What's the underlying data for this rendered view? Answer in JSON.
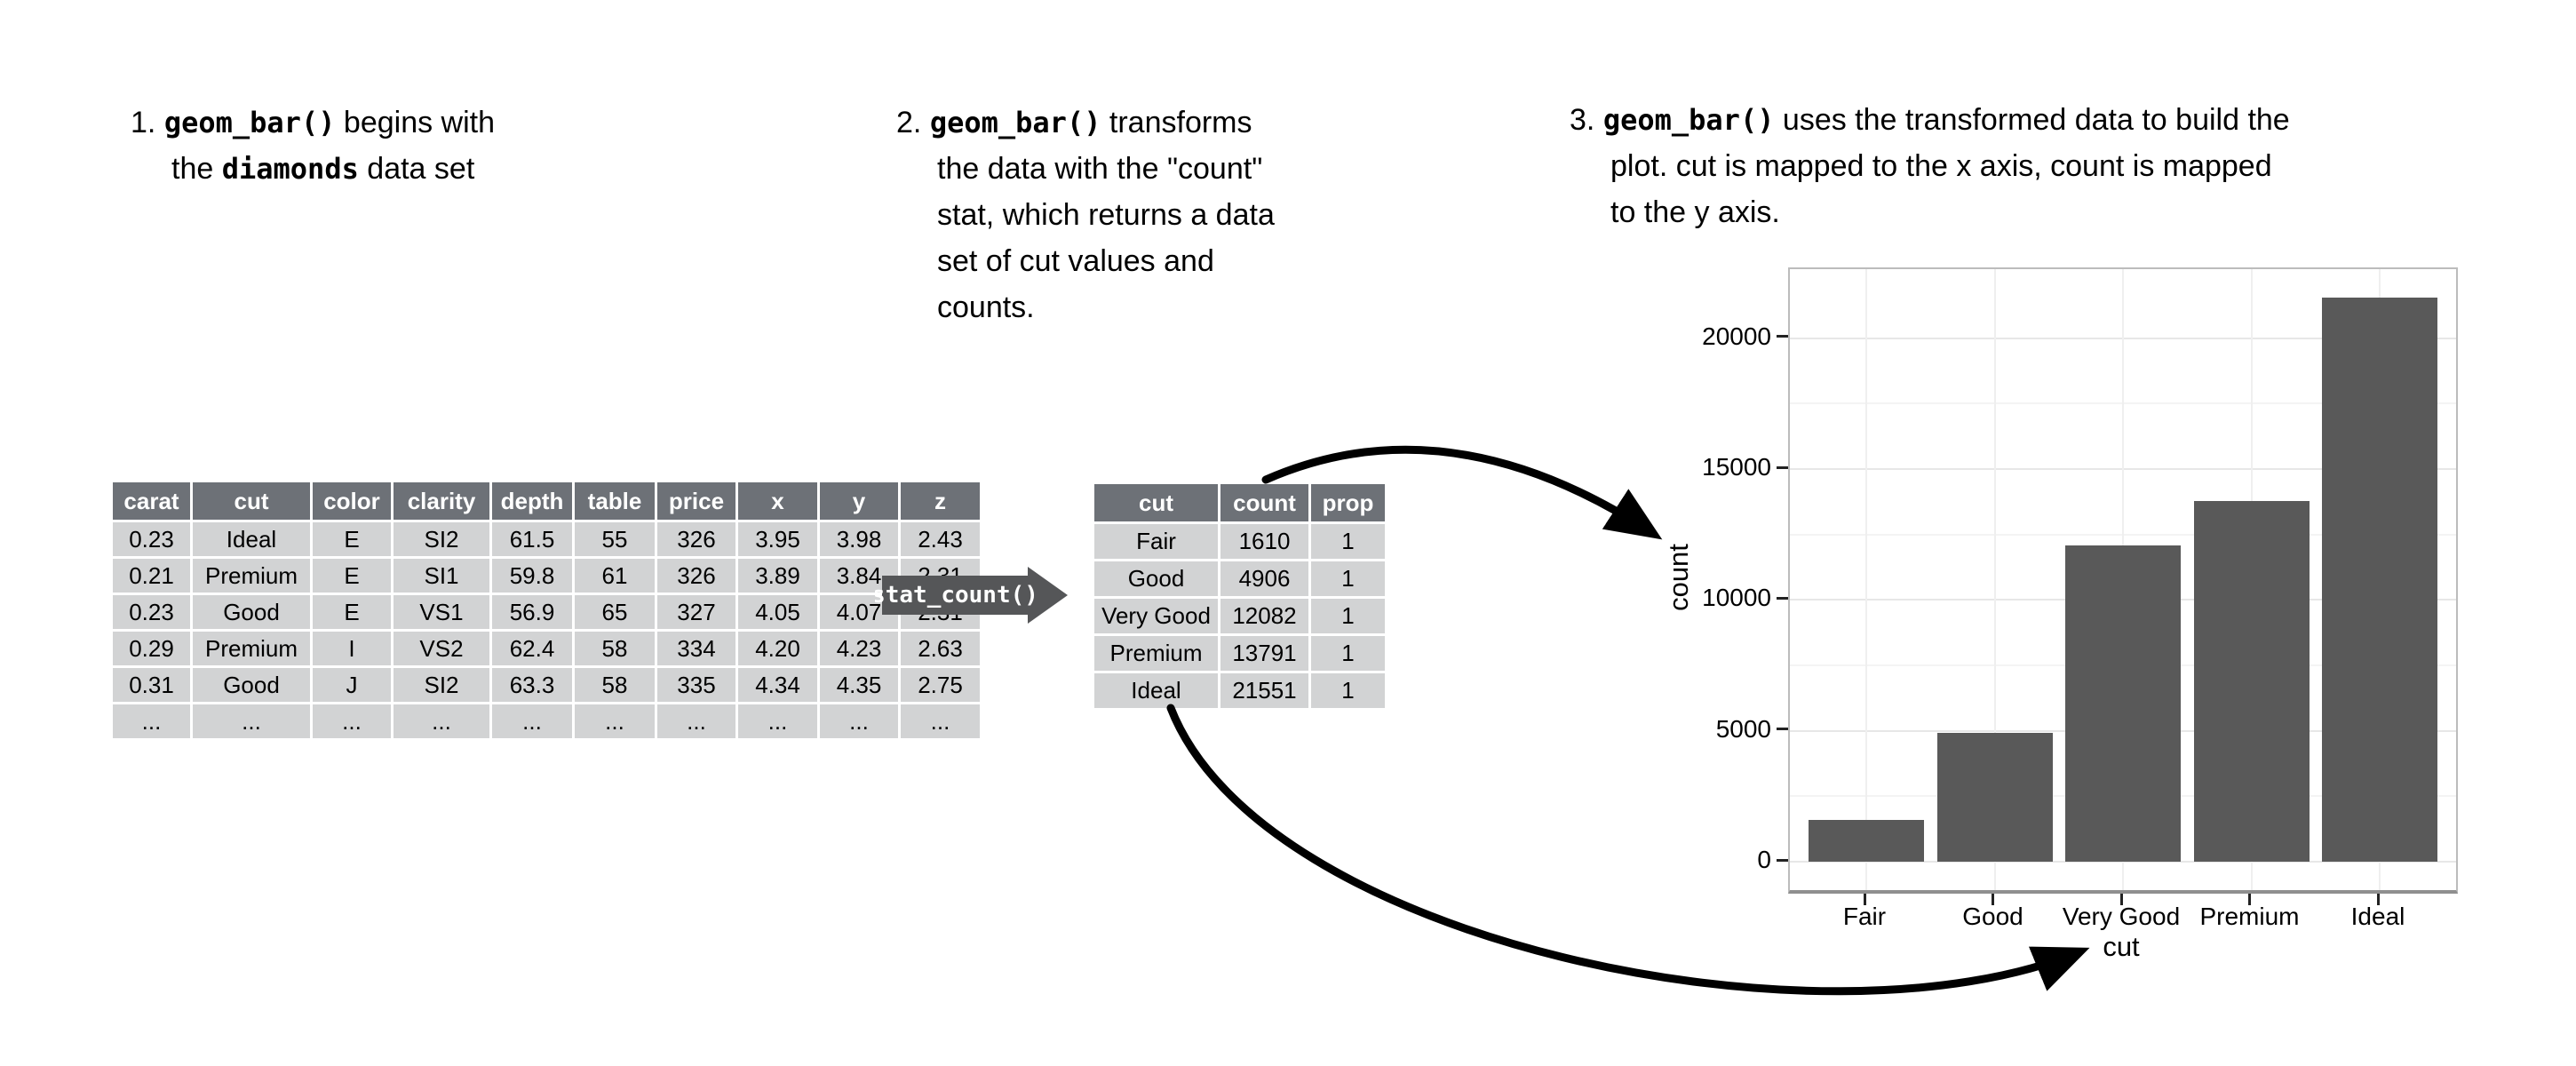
{
  "annotations": {
    "note1": {
      "lines": [
        [
          {
            "t": "1. "
          },
          {
            "t": "geom_bar()",
            "s": "code"
          },
          {
            "t": " begins with"
          }
        ],
        [
          {
            "t": "the "
          },
          {
            "t": "diamonds",
            "s": "code"
          },
          {
            "t": " data set"
          }
        ]
      ]
    },
    "note2": {
      "lines": [
        [
          {
            "t": "2. "
          },
          {
            "t": "geom_bar()",
            "s": "code"
          },
          {
            "t": " transforms"
          }
        ],
        [
          {
            "t": "the data with the \"count\""
          }
        ],
        [
          {
            "t": "stat, which returns a data"
          }
        ],
        [
          {
            "t": "set of cut values and"
          }
        ],
        [
          {
            "t": "counts."
          }
        ]
      ]
    },
    "note3": {
      "lines": [
        [
          {
            "t": "3. "
          },
          {
            "t": "geom_bar()",
            "s": "code"
          },
          {
            "t": " uses the transformed data to build the"
          }
        ],
        [
          {
            "t": "plot. cut is mapped to the x axis, count is mapped"
          }
        ],
        [
          {
            "t": "to the y axis."
          }
        ]
      ]
    }
  },
  "diamonds_table": {
    "headers": [
      "carat",
      "cut",
      "color",
      "clarity",
      "depth",
      "table",
      "price",
      "x",
      "y",
      "z"
    ],
    "rows": [
      [
        "0.23",
        "Ideal",
        "E",
        "SI2",
        "61.5",
        "55",
        "326",
        "3.95",
        "3.98",
        "2.43"
      ],
      [
        "0.21",
        "Premium",
        "E",
        "SI1",
        "59.8",
        "61",
        "326",
        "3.89",
        "3.84",
        "2.31"
      ],
      [
        "0.23",
        "Good",
        "E",
        "VS1",
        "56.9",
        "65",
        "327",
        "4.05",
        "4.07",
        "2.31"
      ],
      [
        "0.29",
        "Premium",
        "I",
        "VS2",
        "62.4",
        "58",
        "334",
        "4.20",
        "4.23",
        "2.63"
      ],
      [
        "0.31",
        "Good",
        "J",
        "SI2",
        "63.3",
        "58",
        "335",
        "4.34",
        "4.35",
        "2.75"
      ],
      [
        "...",
        "...",
        "...",
        "...",
        "...",
        "...",
        "...",
        "...",
        "...",
        "..."
      ]
    ]
  },
  "transform_arrow": {
    "label": "stat_count()"
  },
  "counts_table": {
    "headers": [
      "cut",
      "count",
      "prop"
    ],
    "rows": [
      [
        "Fair",
        "1610",
        "1"
      ],
      [
        "Good",
        "4906",
        "1"
      ],
      [
        "Very Good",
        "12082",
        "1"
      ],
      [
        "Premium",
        "13791",
        "1"
      ],
      [
        "Ideal",
        "21551",
        "1"
      ]
    ]
  },
  "chart_data": {
    "type": "bar",
    "categories": [
      "Fair",
      "Good",
      "Very Good",
      "Premium",
      "Ideal"
    ],
    "values": [
      1610,
      4906,
      12082,
      13791,
      21551
    ],
    "title": "",
    "xlabel": "cut",
    "ylabel": "count",
    "yticks": [
      0,
      5000,
      10000,
      15000,
      20000
    ],
    "yticks_minor": [
      2500,
      7500,
      12500,
      17500
    ],
    "ylim": [
      -1080,
      22630
    ],
    "grid": true,
    "legend": false,
    "bar_color": "#595959"
  },
  "colors": {
    "table_header_bg": "#6d7177",
    "table_cell_bg": "#d2d3d4",
    "bar_fill": "#595959",
    "stat_arrow_fill": "#555658",
    "panel_border": "#bcbcbc",
    "axis_line": "#8f8f8f",
    "grid_major": "#e7e7e7",
    "grid_minor": "#f4f4f4"
  }
}
